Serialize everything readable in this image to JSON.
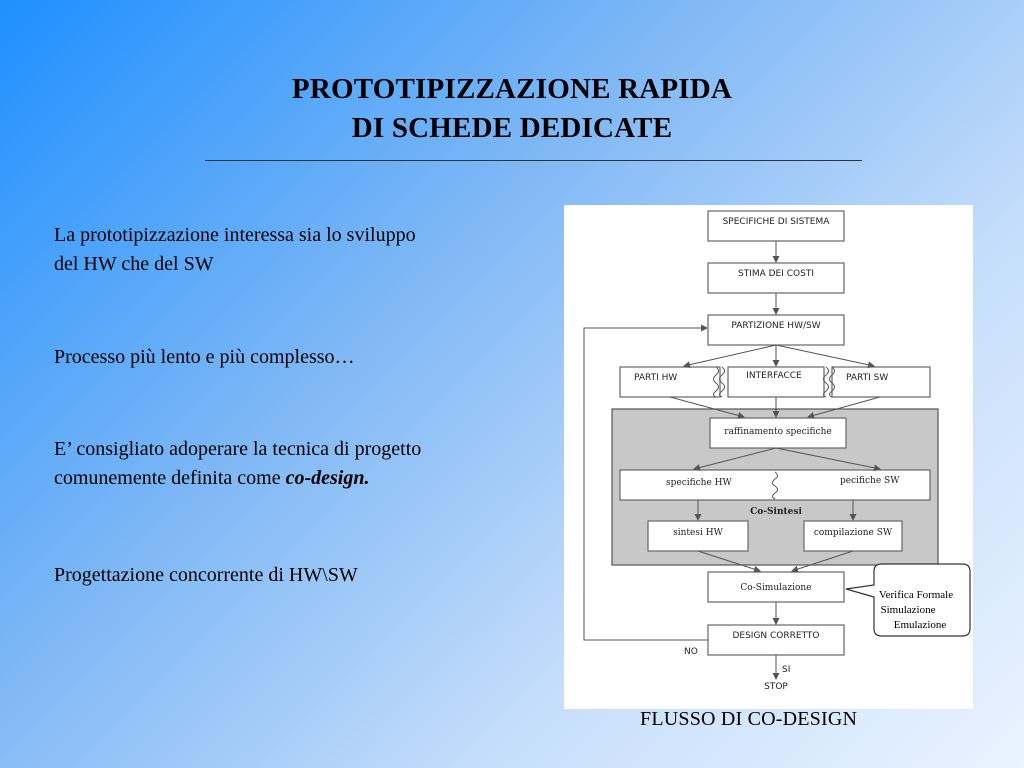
{
  "slide": {
    "title_line1": "PROTOTIPIZZAZIONE RAPIDA",
    "title_line2": "DI SCHEDE DEDICATE",
    "bullets": [
      {
        "line1": "La prototipizzazione interessa sia lo sviluppo",
        "line2": "del HW che del SW"
      },
      {
        "line1": "Processo più lento e più complesso…"
      },
      {
        "line1": "E’ consigliato adoperare la tecnica di progetto",
        "line2": "comunemente definita come ",
        "emph": "co-design."
      },
      {
        "line1": "Progettazione concorrente di HW\\SW"
      }
    ],
    "caption": "FLUSSO DI CO-DESIGN"
  },
  "diagram": {
    "nodes": {
      "specifiche_sistema": "SPECIFICHE DI SISTEMA",
      "stima_costi": "STIMA DEI COSTI",
      "partizione": "PARTIZIONE  HW/SW",
      "parti_hw": "PARTI HW",
      "interfacce": "INTERFACCE",
      "parti_sw": "PARTI SW",
      "raffinamento": "raffinamento specifiche",
      "specifiche_hw": "specifiche HW",
      "specifiche_sw": "pecifiche SW",
      "co_sintesi": "Co-Sintesi",
      "sintesi_hw": "sintesi HW",
      "compilazione_sw": "compilazione SW",
      "co_simulazione": "Co-Simulazione",
      "design_corretto": "DESIGN CORRETTO",
      "no": "NO",
      "si": "SI",
      "stop": "STOP"
    },
    "bubble": [
      "Verifica Formale",
      "Simulazione",
      "Emulazione"
    ]
  }
}
